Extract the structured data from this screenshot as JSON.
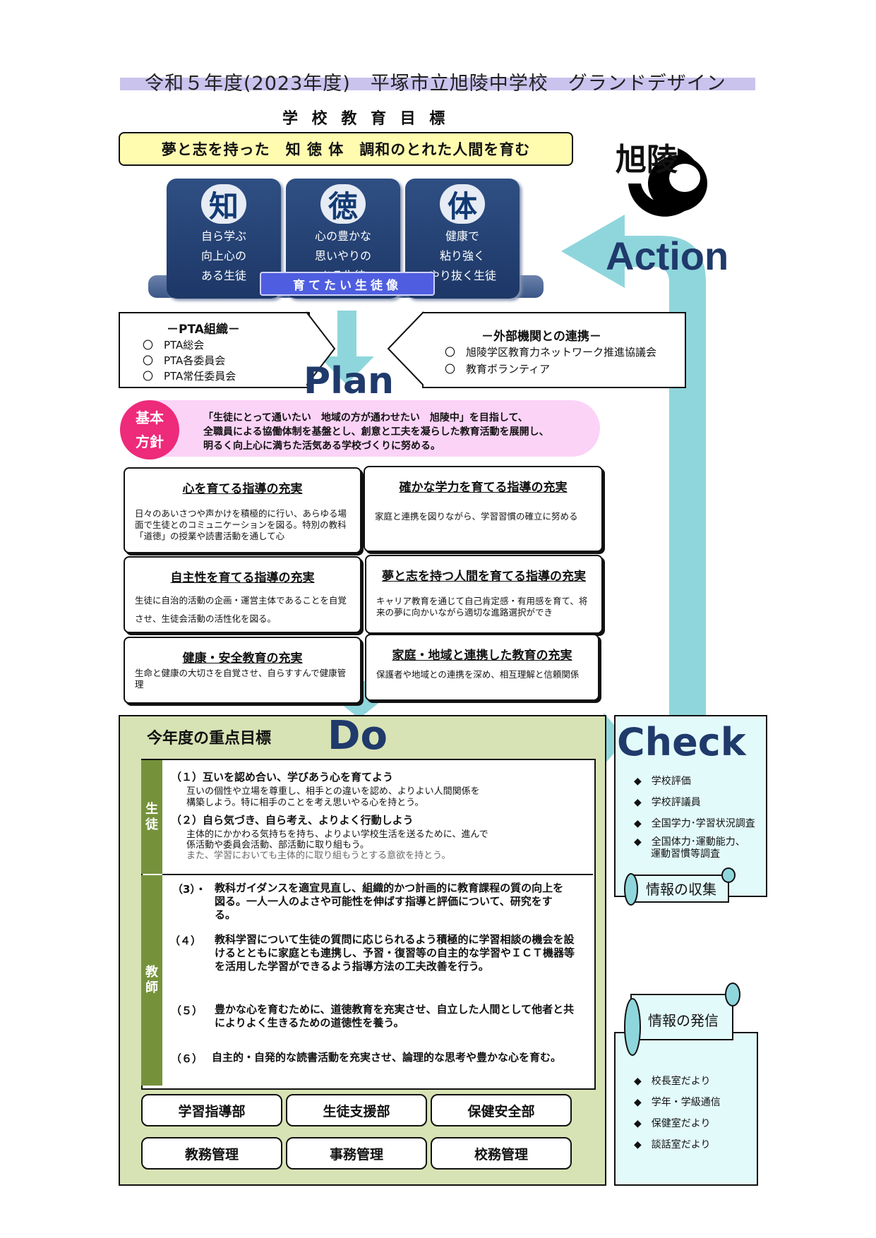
{
  "title": "令和５年度(2023年度)　平塚市立旭陵中学校　グランドデザイン",
  "goal": {
    "heading": "学 校 教 育 目 標",
    "text": "夢と志を持った　知 徳 体　調和のとれた人間を育む"
  },
  "logo": {
    "text": "旭陵"
  },
  "tiles": [
    {
      "kanji": "知",
      "lines": [
        "自ら学ぶ",
        "向上心の",
        "ある生徒"
      ]
    },
    {
      "kanji": "徳",
      "lines": [
        "心の豊かな",
        "思いやりの",
        "ある生徒"
      ]
    },
    {
      "kanji": "体",
      "lines": [
        "健康で",
        "粘り強く",
        "やり抜く生徒"
      ]
    }
  ],
  "tile_banner": "育てたい生徒像",
  "pta": {
    "heading": "－PTA組織－",
    "items": [
      "〇　PTA総会",
      "〇　PTA各委員会",
      "〇　PTA常任委員会"
    ]
  },
  "external": {
    "heading": "－外部機関との連携－",
    "items": [
      "〇　旭陵学区教育力ネットワーク推進協議会",
      "〇　教育ボランティア"
    ]
  },
  "pdca": {
    "plan": "Plan",
    "do": "Do",
    "check": "Check",
    "action": "Action"
  },
  "policy": {
    "label_1": "基本",
    "label_2": "方針",
    "line1": "「生徒にとって通いたい　地域の方が通わせたい　旭陵中」を目指して、",
    "line2": "全職員による協働体制を基盤とし、創意と工夫を凝らした教育活動を展開し、",
    "line3": "明るく向上心に満ちた活気ある学校づくりに努める。"
  },
  "guidance": [
    {
      "title": "心を育てる指導の充実",
      "body": "日々のあいさつや声かけを積極的に行い、あらゆる場面で生徒とのコミュニケーションを図る。特別の教科「道徳」の授業や読書活動を通して心"
    },
    {
      "title": "確かな学力を育てる指導の充実",
      "body": "家庭と連携を図りながら、学習習慣の確立に努める"
    },
    {
      "title": "自主性を育てる指導の充実",
      "body": "生徒に自治的活動の企画・運営主体であることを自覚させ、生徒会活動の活性化を図る。"
    },
    {
      "title": "夢と志を持つ人間を育てる指導の充実",
      "body": "キャリア教育を通じて自己肯定感・有用感を育て、将来の夢に向かいながら適切な進路選択ができ"
    },
    {
      "title": "健康・安全教育の充実",
      "body": "生命と健康の大切さを自覚させ、自らすすんで健康管理"
    },
    {
      "title": "家庭・地域と連携した教育の充実",
      "body": "保護者や地域との連携を深め、相互理解と信頼関係"
    }
  ],
  "focus": {
    "heading": "今年度の重点目標",
    "student_label": "生徒",
    "teacher_label": "教師",
    "s1_title": "（１）互いを認め合い、学びあう心を育てよう",
    "s1_body_1": "互いの個性や立場を尊重し、相手との違いを認め、よりよい人間関係を",
    "s1_body_2": "構築しよう。特に相手のことを考え思いやる心を持とう。",
    "s2_title": "（２）自ら気づき、自ら考え、よりよく行動しよう",
    "s2_body_1": "主体的にかかわる気持ちを持ち、よりよい学校生活を送るために、進んで",
    "s2_body_2": "係活動や委員会活動、部活動に取り組もう。",
    "s2_body_3": "また、学習においても主体的に取り組もうとする意欲を持とう。",
    "t3_num": "（3）・",
    "t3_text": "教科ガイダンスを適宜見直し、組織的かつ計画的に教育課程の質の向上を図る。一人一人のよさや可能性を伸ばす指導と評価について、研究をする。",
    "t4_num": "（４）",
    "t4_text": "教科学習について生徒の質問に応じられるよう積極的に学習相談の機会を設けるとともに家庭とも連携し、予習・復習等の自主的な学習やＩＣＴ機器等を活用した学習ができるよう指導方法の工夫改善を行う。",
    "t5_num": "（５）",
    "t5_text": "豊かな心を育むために、道徳教育を充実させ、自立した人間として他者と共によりよく生きるための道徳性を養う。",
    "t6_num": "（６）",
    "t6_text": "自主的・自発的な読書活動を充実させ、論理的な思考や豊かな心を育む。"
  },
  "departments": [
    "学習指導部",
    "生徒支援部",
    "保健安全部",
    "教務管理",
    "事務管理",
    "校務管理"
  ],
  "check": {
    "items": [
      "◆　学校評価",
      "◆　学校評議員",
      "◆　全国学力･学習状況調査",
      "◆　全国体力･運動能力、",
      "運動習慣等調査"
    ],
    "collect_label": "情報の収集"
  },
  "send": {
    "label": "情報の発信",
    "items": [
      "◆　校長室だより",
      "◆　学年・学級通信",
      "◆　保健室だより",
      "◆　談話室だより"
    ]
  },
  "colors": {
    "arrow": "#8fd6dc",
    "tile": "#1f3a6b",
    "policy_pink": "#fbd3f7",
    "accent_pink": "#ee2a7a",
    "do_panel": "#d8e3b5",
    "side_green": "#75923b",
    "check_bg": "#e3fafb"
  }
}
